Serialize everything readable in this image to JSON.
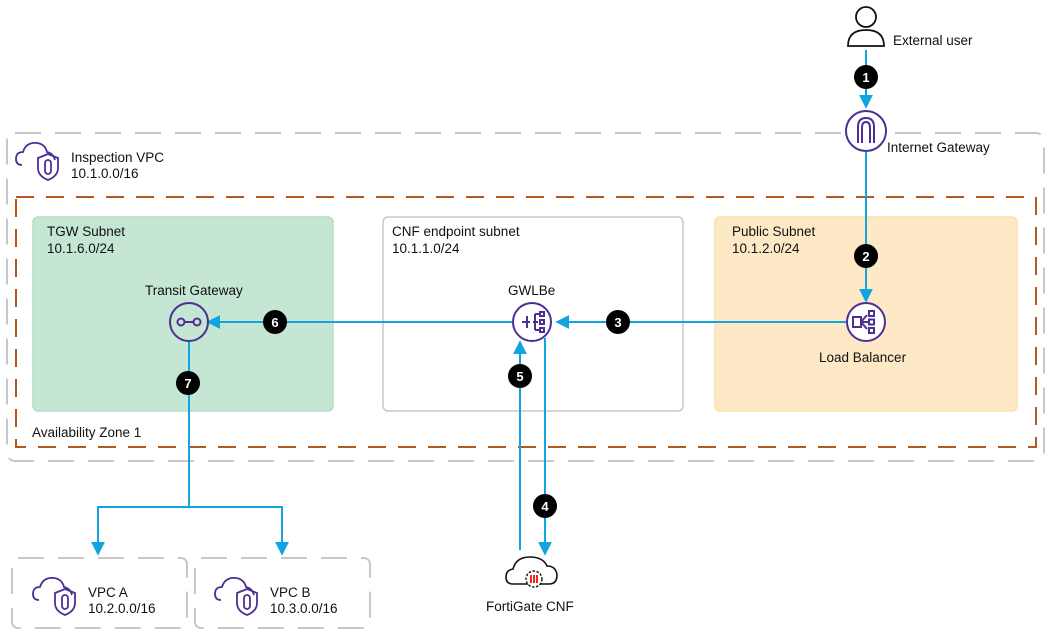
{
  "title": "FortiGate CNF inspection architecture",
  "colors": {
    "flow_line": "#10a5e0",
    "icon_purple": "#4d2f94",
    "vpc_border": "#c8c8c8",
    "az_border": "#b5581d",
    "tgw_subnet_fill": "#c5e6d3",
    "public_subnet_fill": "#fde9c5",
    "cnf_subnet_border": "#c8c8c8",
    "badge_fill": "#000000",
    "fortigate_red": "#e8281e"
  },
  "external_user": {
    "label": "External user",
    "icon": "user-icon"
  },
  "internet_gateway": {
    "label": "Internet Gateway",
    "icon": "internet-gateway-icon"
  },
  "inspection_vpc": {
    "name": "Inspection VPC",
    "cidr": "10.1.0.0/16",
    "icon": "vpc-cloud-shield-icon"
  },
  "availability_zone": {
    "label": "Availability Zone 1"
  },
  "subnets": {
    "tgw": {
      "name": "TGW Subnet",
      "cidr": "10.1.6.0/24"
    },
    "cnf": {
      "name": "CNF endpoint subnet",
      "cidr": "10.1.1.0/24"
    },
    "public": {
      "name": "Public Subnet",
      "cidr": "10.1.2.0/24"
    }
  },
  "components": {
    "transit_gateway": {
      "label": "Transit Gateway",
      "icon": "transit-gateway-icon"
    },
    "gwlbe": {
      "label": "GWLBe",
      "icon": "gateway-load-balancer-endpoint-icon"
    },
    "load_balancer": {
      "label": "Load Balancer",
      "icon": "load-balancer-icon"
    },
    "fortigate": {
      "label": "FortiGate CNF",
      "icon": "fortigate-cloud-icon"
    }
  },
  "spoke_vpcs": [
    {
      "name": "VPC A",
      "cidr": "10.2.0.0/16"
    },
    {
      "name": "VPC B",
      "cidr": "10.3.0.0/16"
    }
  ],
  "steps": [
    "1",
    "2",
    "3",
    "4",
    "5",
    "6",
    "7"
  ]
}
